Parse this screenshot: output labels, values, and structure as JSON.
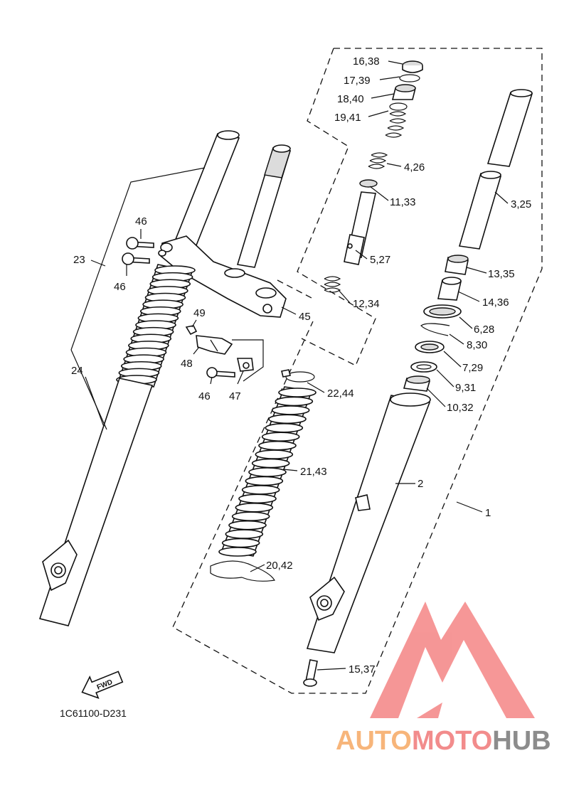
{
  "diagram": {
    "code": "1C61100-D231",
    "fwd_label": "FWD",
    "callouts": {
      "p16": "16,38",
      "p17": "17,39",
      "p18": "18,40",
      "p19": "19,41",
      "p4": "4,26",
      "p11": "11,33",
      "p5": "5,27",
      "p12": "12,34",
      "p3": "3,25",
      "p13": "13,35",
      "p14": "14,36",
      "p6": "6,28",
      "p8": "8,30",
      "p7": "7,29",
      "p9": "9,31",
      "p10": "10,32",
      "p2": "2",
      "p1": "1",
      "p22": "22,44",
      "p21": "21,43",
      "p20": "20,42",
      "p15": "15,37",
      "p23": "23",
      "p24": "24",
      "p46a": "46",
      "p46b": "46",
      "p46c": "46",
      "p45": "45",
      "p49": "49",
      "p48": "48",
      "p47": "47"
    }
  },
  "watermark": {
    "word_auto": "AUTO",
    "word_moto": "MOTO",
    "word_hub": "HUB",
    "color_auto": "#f7b57a",
    "color_moto": "#f28c8c",
    "color_hub": "#8c8c8c",
    "logo_color": "#f26b6b"
  }
}
